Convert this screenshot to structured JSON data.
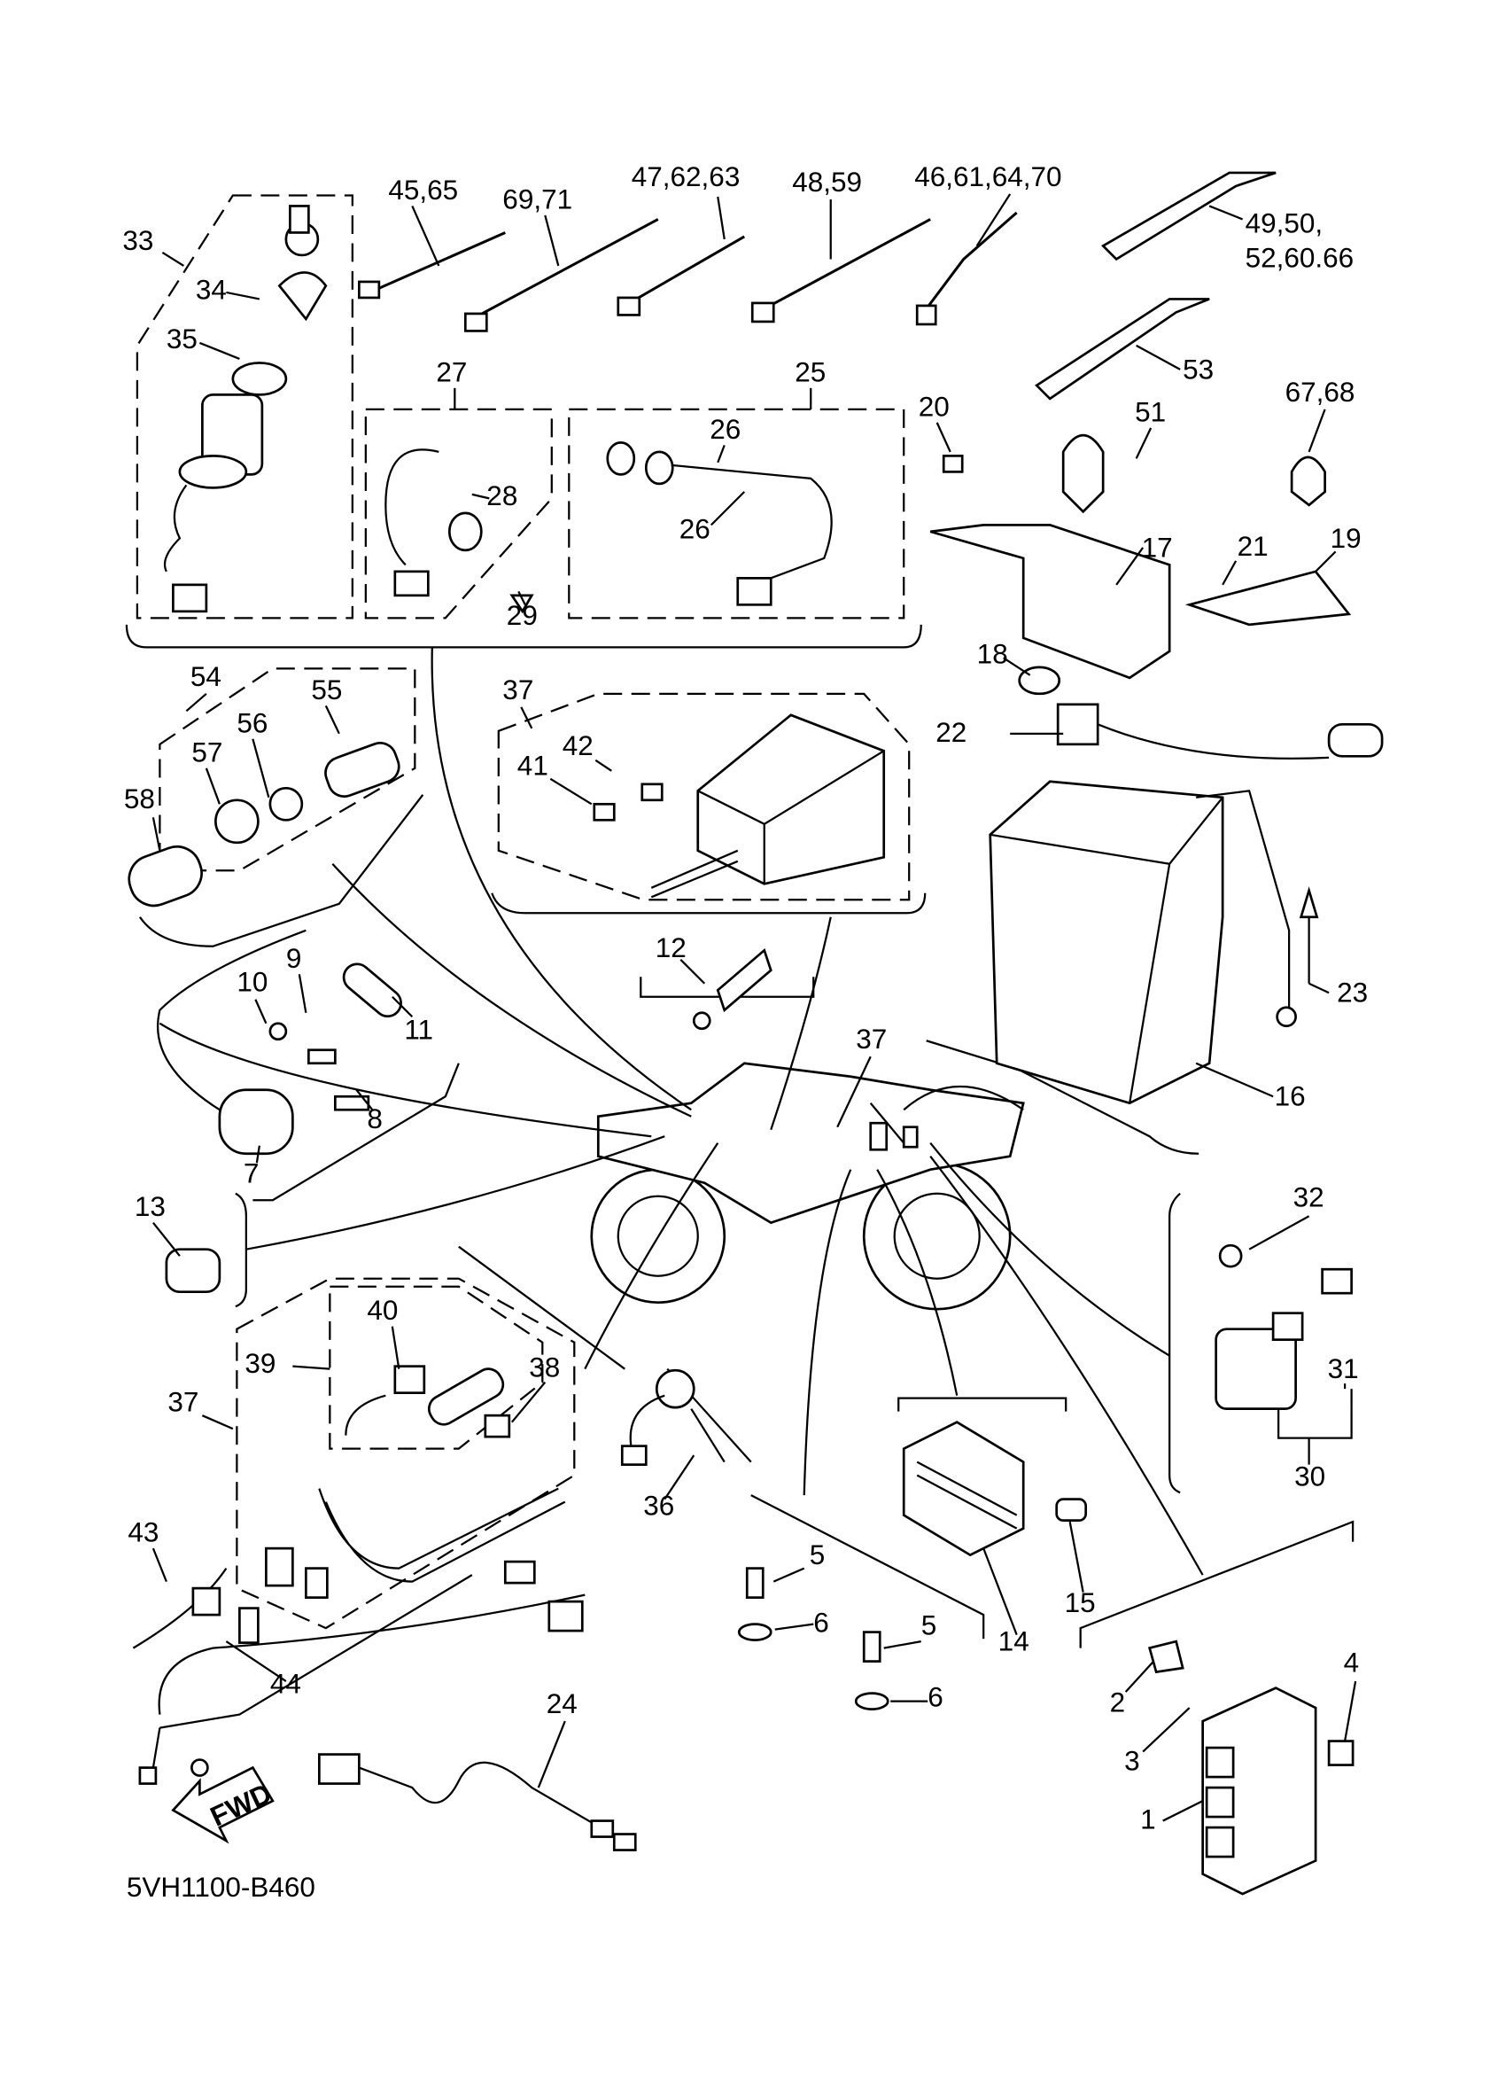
{
  "callouts": [
    "33",
    "34",
    "35",
    "45,65",
    "69,71",
    "47,62,63",
    "48,59",
    "46,61,64,70",
    "49,50,",
    "52,60.66",
    "53",
    "27",
    "25",
    "26",
    "28",
    "26",
    "29",
    "20",
    "51",
    "67,68",
    "17",
    "21",
    "19",
    "18",
    "54",
    "55",
    "56",
    "57",
    "58",
    "37",
    "42",
    "41",
    "22",
    "12",
    "9",
    "10",
    "11",
    "8",
    "7",
    "37",
    "23",
    "16",
    "13",
    "32",
    "40",
    "39",
    "38",
    "37",
    "31",
    "30",
    "36",
    "15",
    "5",
    "6",
    "5",
    "6",
    "14",
    "43",
    "44",
    "24",
    "4",
    "2",
    "3",
    "1"
  ],
  "direction_arrow": "FWD",
  "diagram_code": "5VH1100-B460"
}
